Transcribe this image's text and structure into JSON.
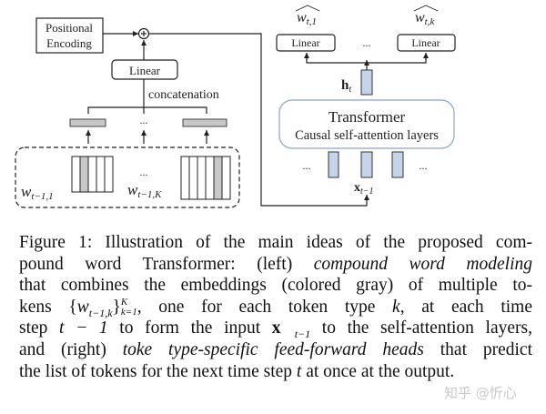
{
  "diagram": {
    "positional_encoding": [
      "Positional",
      "Encoding"
    ],
    "linear": "Linear",
    "concatenation": "concatenation",
    "ellipsis": "...",
    "token_first": "w",
    "token_first_sub": "t−1,1",
    "token_last": "w",
    "token_last_sub": "t−1,K",
    "output_first": "w",
    "output_first_sub": "t,1",
    "output_last": "w",
    "output_last_sub": "t,k",
    "hidden": "h",
    "hidden_sub": "t",
    "transformer_title": "Transformer",
    "transformer_subtitle": "Causal self-attention layers",
    "input": "x",
    "input_sub": "t−1",
    "colors": {
      "gray": "#c8c8c8",
      "blue": "#c6d4ea",
      "transformer_border": "#8aa4c8"
    }
  },
  "caption": {
    "l1": "Figure 1: Illustration of the main ideas of the proposed com-",
    "l2": "pound word Transformer: (left) ",
    "l2i": "compound word modeling",
    "l3": "that combines the embeddings (colored gray) of multiple to-",
    "l4a": "kens {",
    "l4m": "w",
    "l4s": "t−1,k",
    "l4b": "}",
    "l4sup": "K",
    "l4sub": "k=1",
    "l4c": ", one for each token type ",
    "l4k": "k",
    "l4d": ", at each time",
    "l5a": "step ",
    "l5t": "t − 1",
    "l5b": " to form the input ",
    "l5x": "x⃗",
    "l5xs": "t−1",
    "l5c": " to the self-attention layers,",
    "l6a": "and (right) ",
    "l6i": "toke type-specific feed-forward heads",
    "l6b": " that predict",
    "l7a": "the list of tokens for the next time step ",
    "l7t": "t",
    "l7b": " at once at the output."
  },
  "watermark": "知乎 @忻心"
}
